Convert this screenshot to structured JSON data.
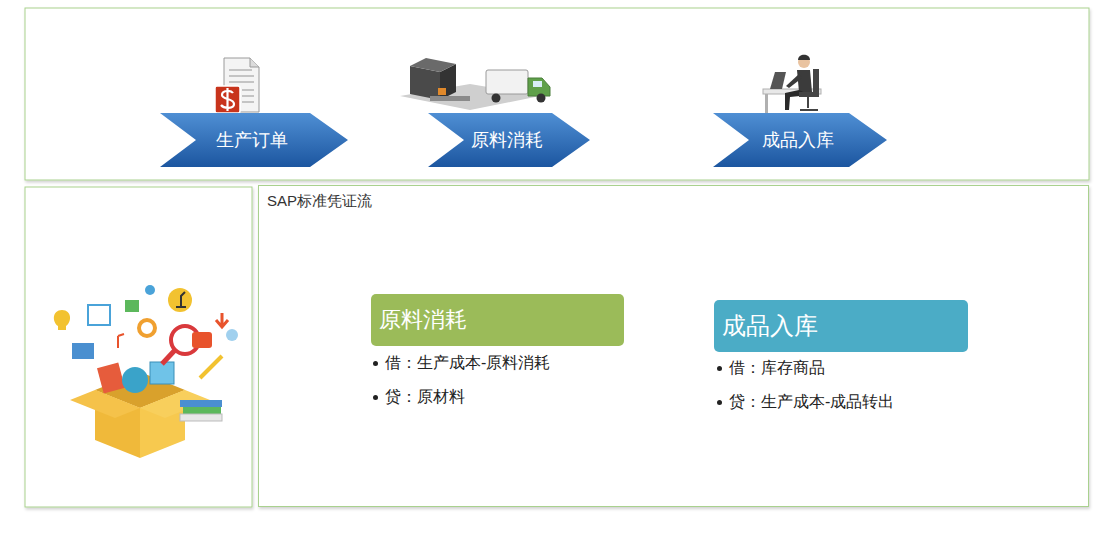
{
  "diagram": {
    "nodes": [
      {
        "text": [
          "生产订单"
        ]
      },
      {
        "text": [
          "原料消耗"
        ]
      },
      {
        "text": [
          "成品入库"
        ]
      },
      {
        "text": [
          "SAP标准凭证流"
        ]
      },
      {
        "text": [
          "原料消耗"
        ],
        "in": 3
      },
      {
        "text": [
          "成品入库"
        ],
        "in": 3
      }
    ],
    "edges": [
      {
        "from": 1,
        "to": 4,
        "arrow": "to"
      },
      {
        "from": 2,
        "to": 5,
        "arrow": "to"
      }
    ],
    "labels": [
      "借：生产成本-原料消耗",
      "贷：原材料",
      "借：库存商品",
      "贷：生产成本-成品转出"
    ]
  }
}
